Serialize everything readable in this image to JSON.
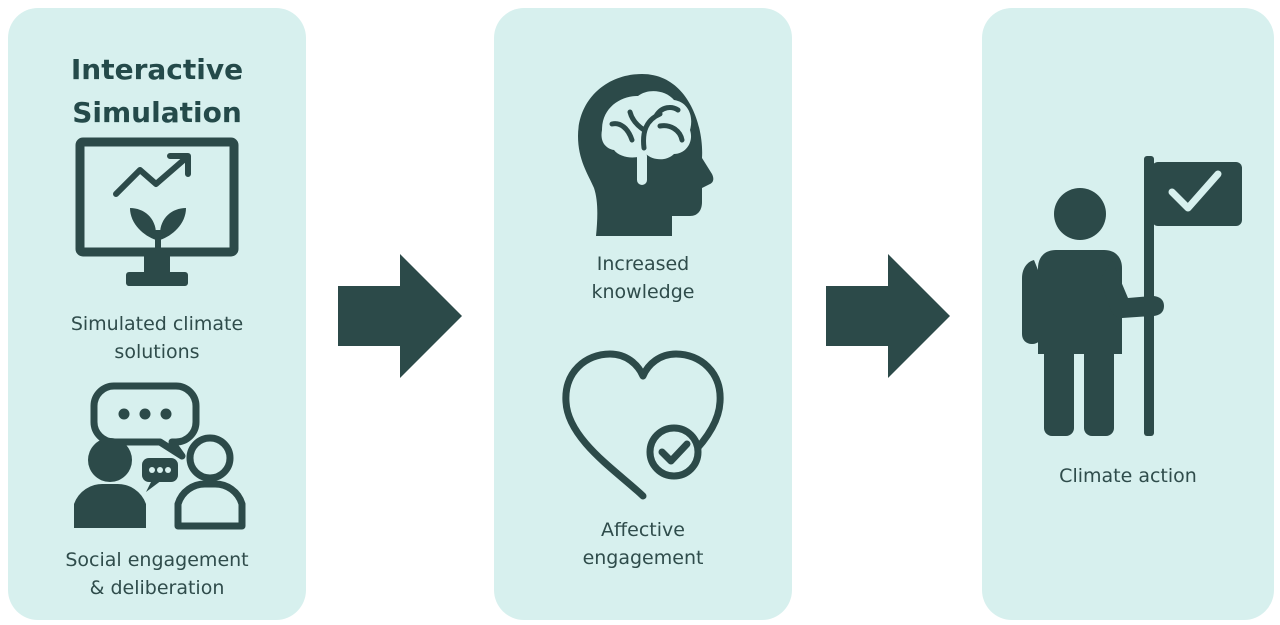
{
  "colors": {
    "panel_background": "#d7f0ee",
    "icon_dark": "#2c4a49",
    "text": "#2f4c4b"
  },
  "stages": [
    {
      "heading": "Interactive\nSimulation",
      "items": [
        {
          "icon": "monitor-growth-icon",
          "label": "Simulated climate\nsolutions"
        },
        {
          "icon": "people-conversation-icon",
          "label": "Social engagement\n& deliberation"
        }
      ]
    },
    {
      "items": [
        {
          "icon": "brain-head-icon",
          "label": "Increased\nknowledge"
        },
        {
          "icon": "heart-check-icon",
          "label": "Affective\nengagement"
        }
      ]
    },
    {
      "items": [
        {
          "icon": "person-flag-check-icon",
          "label": "Climate action"
        }
      ]
    }
  ],
  "connectors": [
    {
      "icon": "right-arrow-icon",
      "from": 0,
      "to": 1
    },
    {
      "icon": "right-arrow-icon",
      "from": 1,
      "to": 2
    }
  ]
}
